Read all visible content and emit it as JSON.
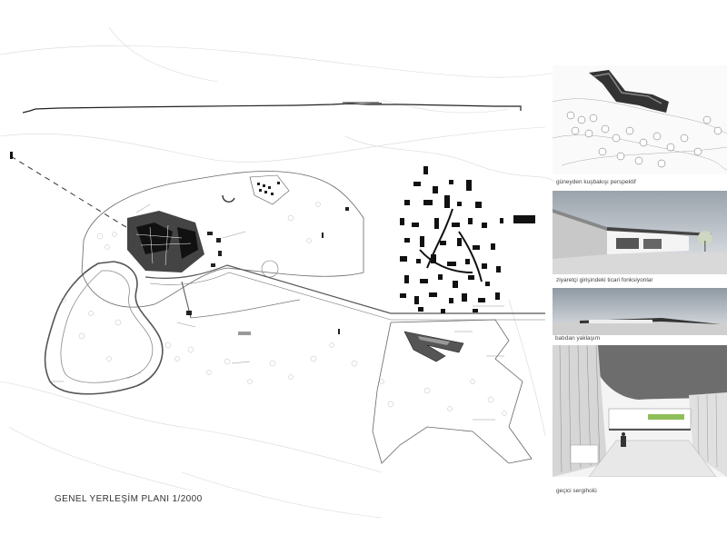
{
  "plan": {
    "title": "GENEL YERLEŞİM PLANI 1/2000"
  },
  "panels": [
    {
      "caption": "güneyden kuşbakışı perspektif"
    },
    {
      "caption": "ziyaretçi girişindeki ticari fonksiyonlar"
    },
    {
      "caption": "batıdan yaklaşım"
    },
    {
      "caption": "geçici sergiholü"
    }
  ],
  "colors": {
    "line": "#555555",
    "building": "#111111",
    "sky": "#c9d0d8",
    "panel_bg": "#f2f2f2"
  }
}
